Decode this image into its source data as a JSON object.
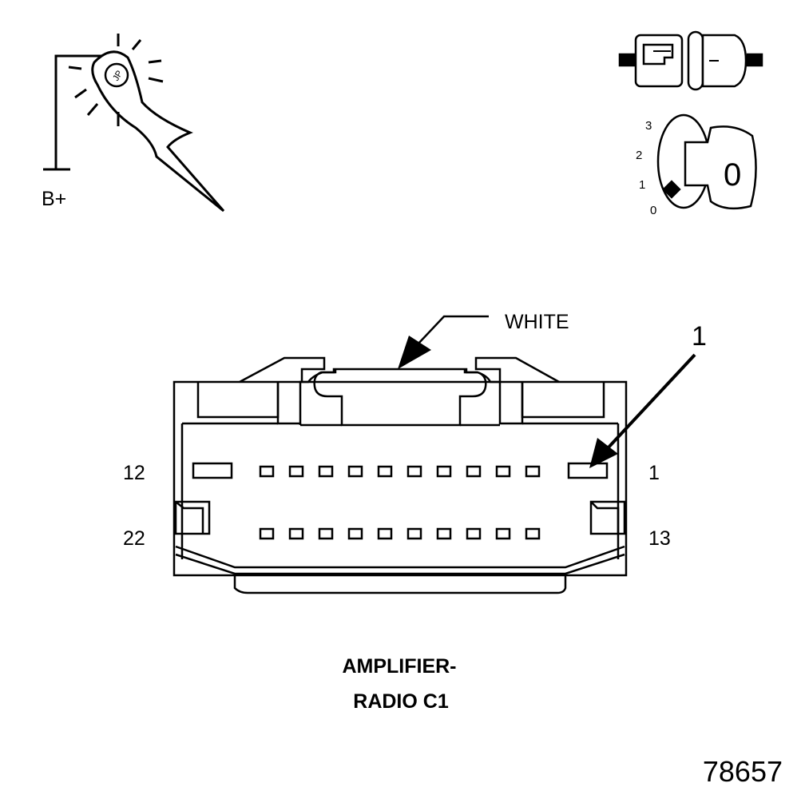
{
  "probe": {
    "supply_label": "B+",
    "tip_logo": "JP"
  },
  "ignition": {
    "positions": [
      "3",
      "2",
      "1",
      "0"
    ],
    "key_label": "0"
  },
  "connector": {
    "color_label": "WHITE",
    "callout_number": "1",
    "pin_labels": {
      "top_left": "12",
      "top_right": "1",
      "bottom_left": "22",
      "bottom_right": "13"
    },
    "title_line1": "AMPLIFIER-",
    "title_line2": "RADIO C1"
  },
  "figure_number": "78657"
}
